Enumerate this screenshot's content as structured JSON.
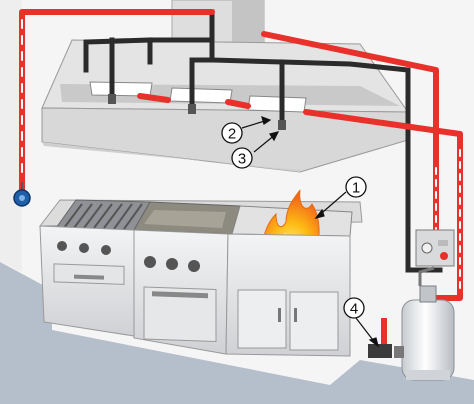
{
  "callouts": [
    {
      "id": "1",
      "label": "1",
      "target": "fire-in-fryer"
    },
    {
      "id": "2",
      "label": "2",
      "target": "detector-under-hood"
    },
    {
      "id": "3",
      "label": "3",
      "target": "nozzle-under-hood"
    },
    {
      "id": "4",
      "label": "4",
      "target": "cylinder-valve"
    }
  ],
  "colors": {
    "pipe_red": "#e8312b",
    "pipe_white": "#ffffff",
    "duct_black": "#2b2b2b",
    "wall": "#f4f4f4",
    "floor": "#b9c3ce",
    "steel_light": "#e9eaec",
    "steel_mid": "#c9cbce",
    "steel_dark": "#9a9ca0",
    "flame_orange": "#f7941d",
    "flame_yellow": "#fde23a",
    "pull_station_blue": "#1f5fa8"
  },
  "icons": {
    "fire": "fire-icon",
    "pull_station": "manual-pull-station-icon",
    "control_box": "control-panel-icon",
    "cylinder": "agent-cylinder-icon"
  }
}
